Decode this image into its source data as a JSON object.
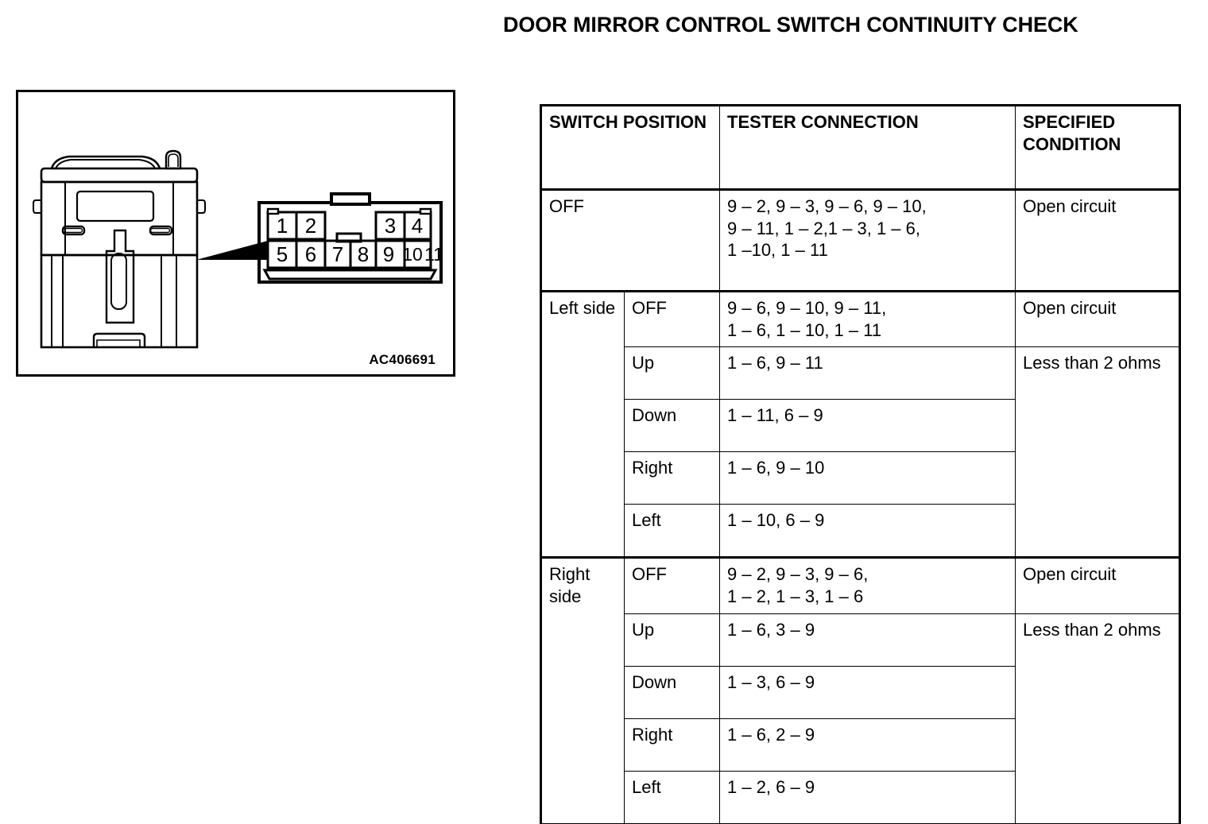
{
  "document": {
    "title": "DOOR MIRROR CONTROL SWITCH CONTINUITY CHECK"
  },
  "figure": {
    "reference_code": "AC406691",
    "connector": {
      "top_row_left": [
        "1",
        "2"
      ],
      "top_row_right": [
        "3",
        "4"
      ],
      "bottom_row": [
        "5",
        "6",
        "7",
        "8",
        "9",
        "10",
        "11"
      ]
    },
    "callout_arrow": "arrow-wedge-left"
  },
  "table": {
    "headers": {
      "switch_position": "SWITCH POSITION",
      "tester_connection": "TESTER CONNECTION",
      "specified_condition": "SPECIFIED CONDITION"
    },
    "rows": {
      "off": {
        "position": "OFF",
        "tester": "9 – 2, 9 – 3, 9 – 6, 9 – 10,\n9 – 11, 1 – 2,1 – 3, 1 – 6,\n1 –10, 1 – 11",
        "condition": "Open circuit"
      },
      "left_side": {
        "group": "Left side",
        "off": {
          "sub": "OFF",
          "tester": "9 – 6, 9 – 10, 9 – 11,\n1 – 6, 1 – 10, 1 – 11",
          "condition": "Open circuit"
        },
        "up": {
          "sub": "Up",
          "tester": "1 – 6, 9 – 11"
        },
        "down": {
          "sub": "Down",
          "tester": "1 – 11, 6 – 9"
        },
        "right": {
          "sub": "Right",
          "tester": "1 – 6, 9 – 10"
        },
        "left": {
          "sub": "Left",
          "tester": "1 – 10, 6 – 9"
        },
        "condition": "Less than 2 ohms"
      },
      "right_side": {
        "group": "Right side",
        "off": {
          "sub": "OFF",
          "tester": "9 – 2, 9 – 3, 9 – 6,\n1 – 2, 1 – 3, 1 – 6",
          "condition": "Open circuit"
        },
        "up": {
          "sub": "Up",
          "tester": "1 – 6, 3 – 9"
        },
        "down": {
          "sub": "Down",
          "tester": "1 – 3, 6 – 9"
        },
        "right": {
          "sub": "Right",
          "tester": "1 – 6, 2 – 9"
        },
        "left": {
          "sub": "Left",
          "tester": "1 – 2, 6 – 9"
        },
        "condition": "Less than 2 ohms"
      }
    }
  },
  "colors": {
    "ink": "#000000",
    "paper": "#ffffff"
  }
}
